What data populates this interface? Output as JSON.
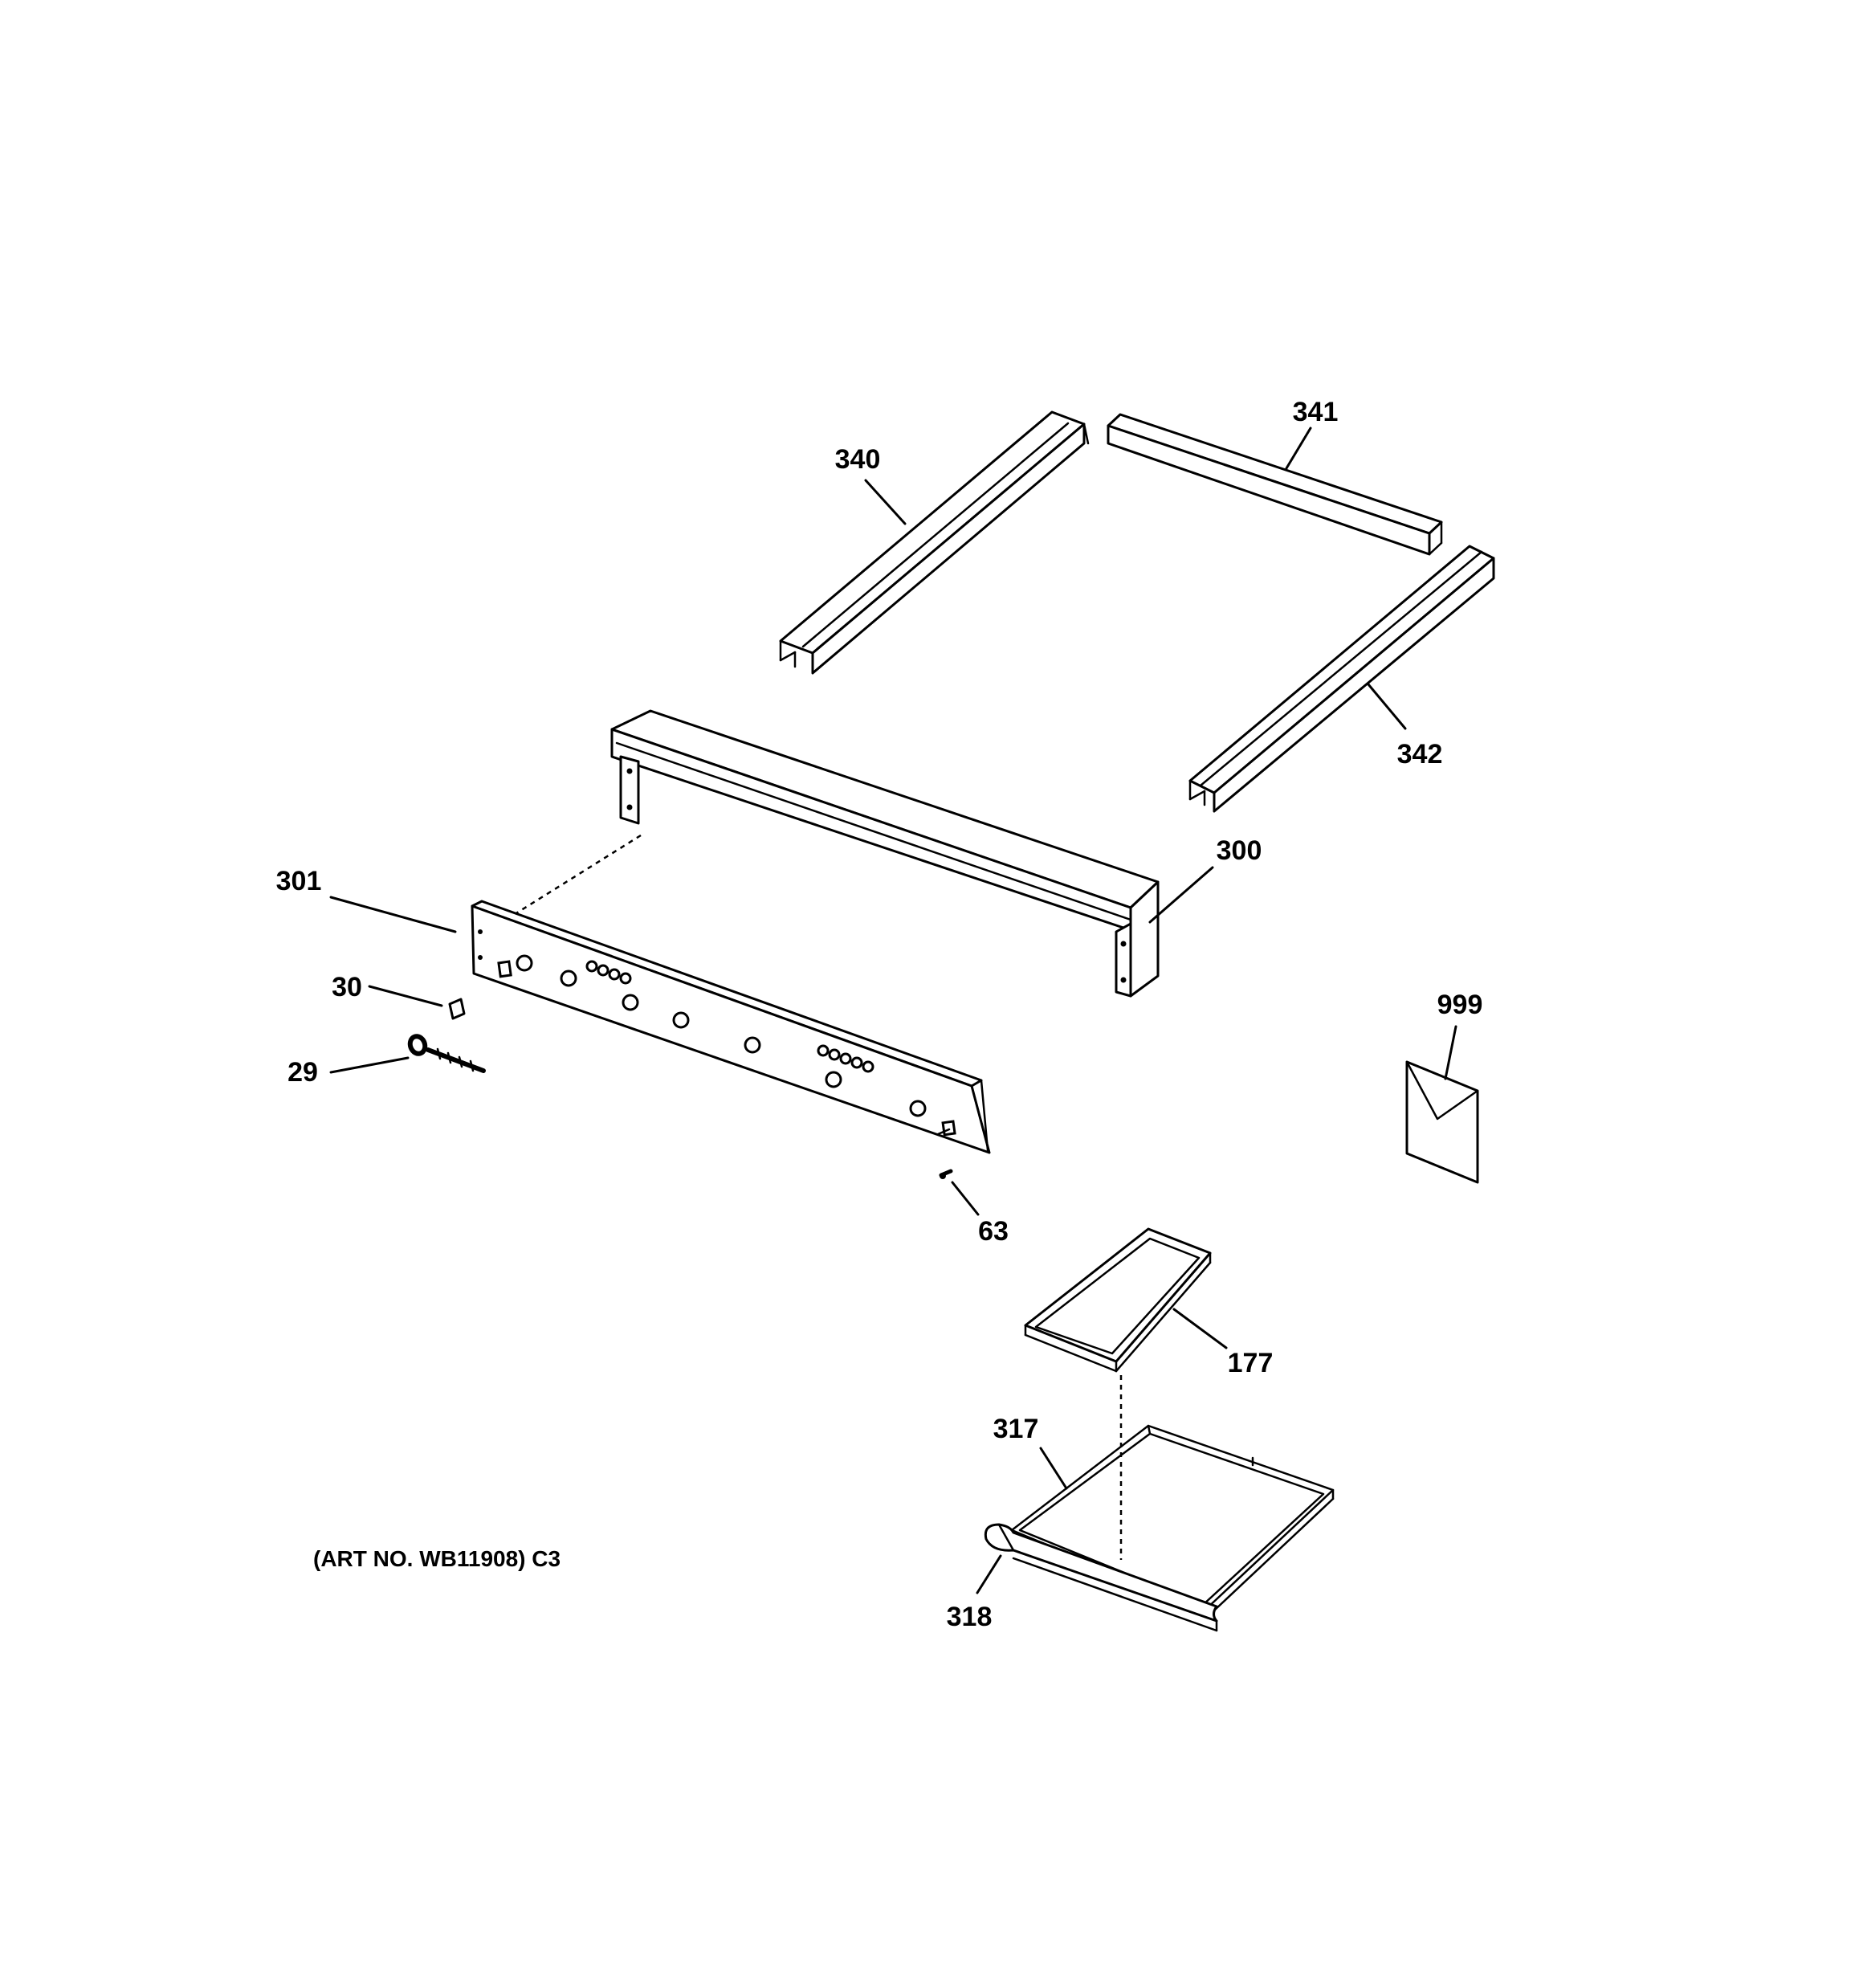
{
  "diagram": {
    "art_number": "(ART NO. WB11908) C3",
    "callouts": {
      "c340": "340",
      "c341": "341",
      "c342": "342",
      "c300": "300",
      "c301": "301",
      "c30": "30",
      "c29": "29",
      "c63": "63",
      "c999": "999",
      "c177": "177",
      "c317": "317",
      "c318": "318"
    }
  }
}
